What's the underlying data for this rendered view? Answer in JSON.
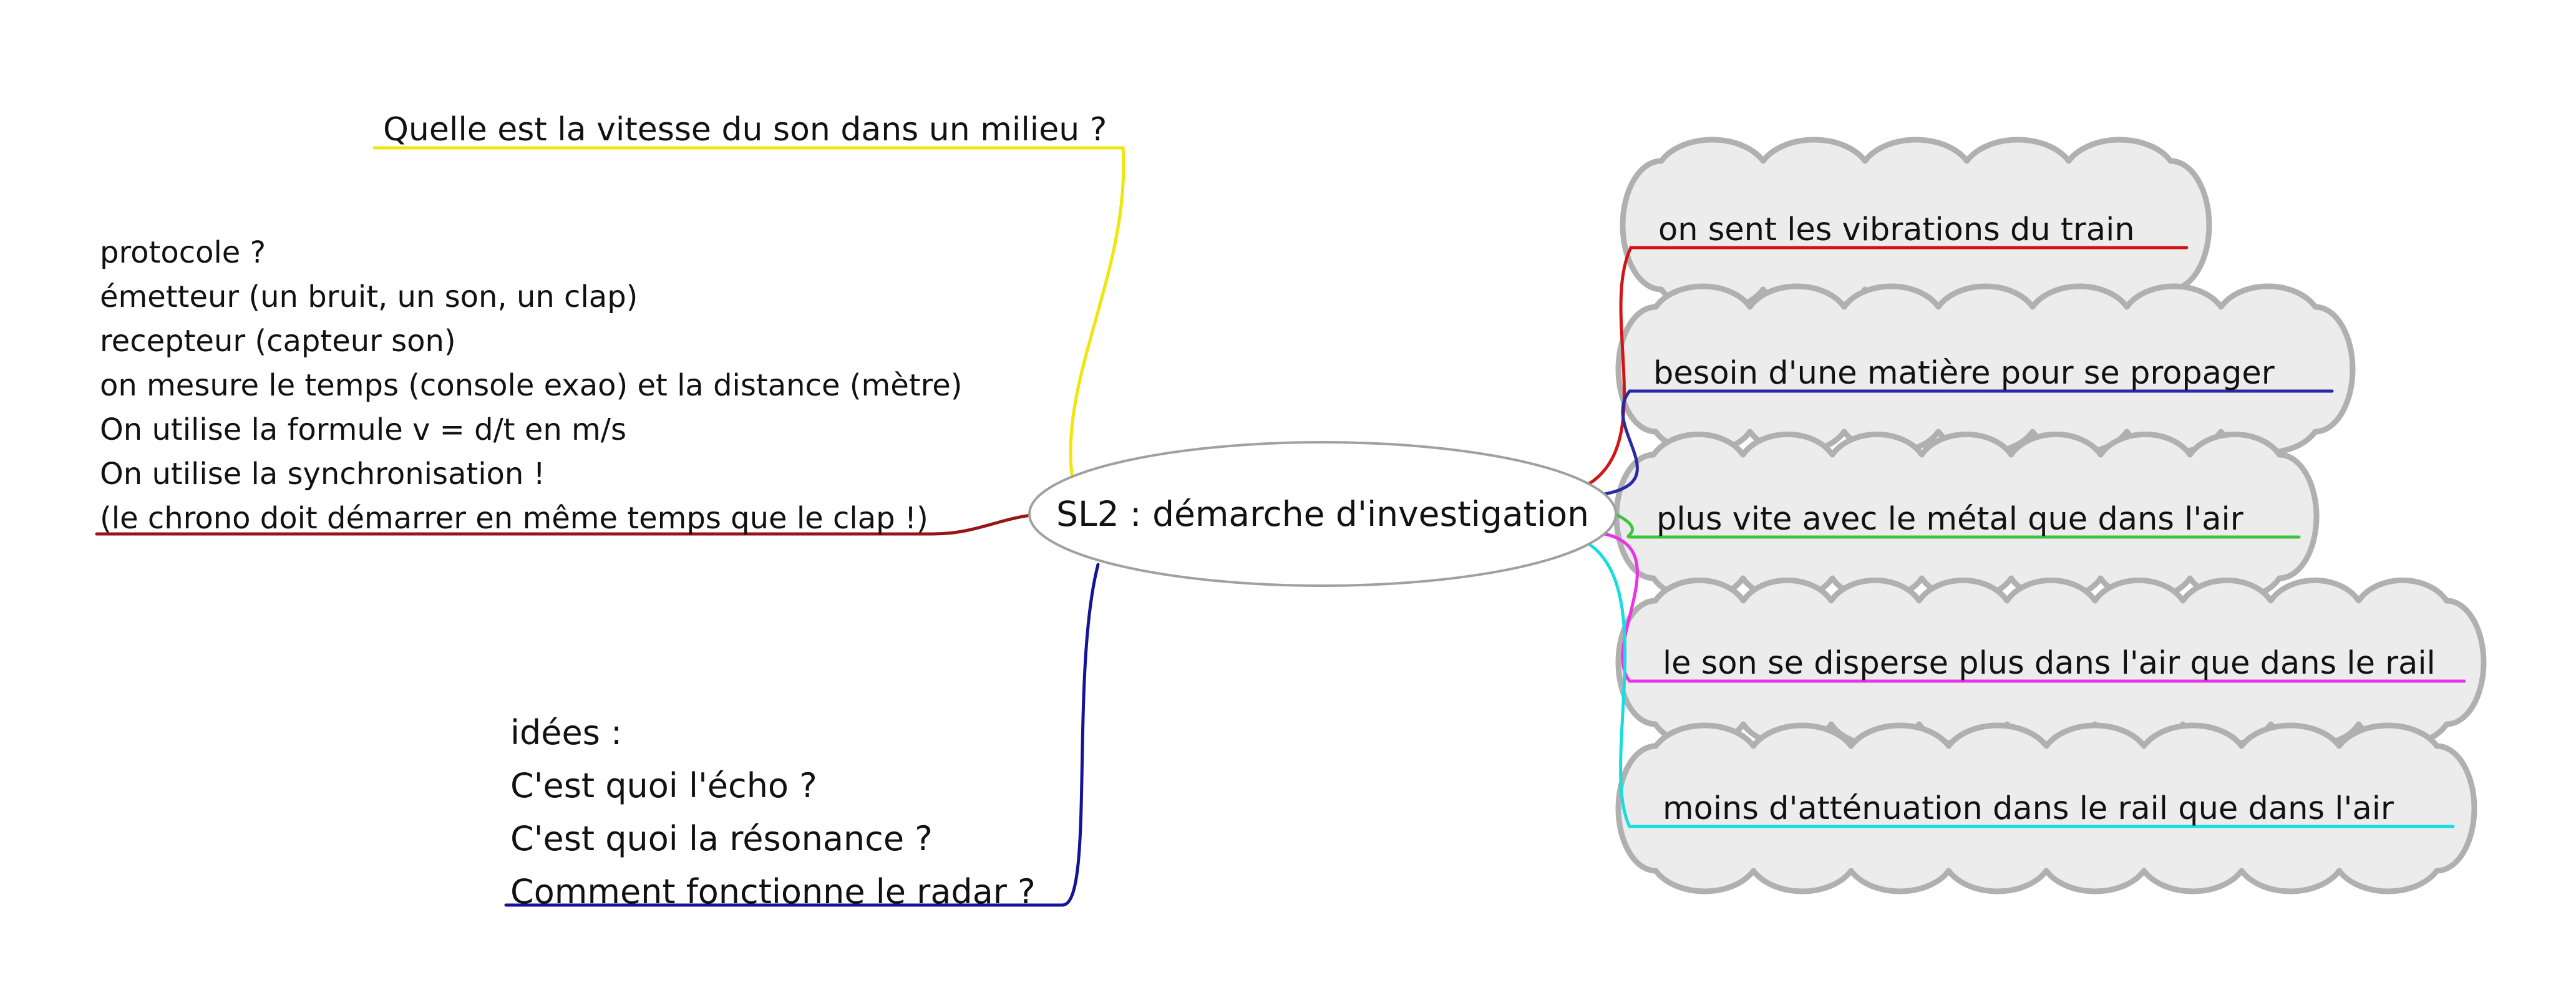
{
  "root": {
    "label": "SL2 : démarche d'investigation"
  },
  "left_branches": [
    {
      "id": "question",
      "label": "Quelle est la vitesse du son dans un milieu ?",
      "color": "#f0e60a"
    },
    {
      "id": "protocole",
      "label": "protocole ?\német­teur (un bruit, un son, un clap)\nrecepteur (capteur son)\non mesure le temps (console exao) et la distance (mètre)\nOn utilise la formule v = d/t en m/s\nOn utilise la synchronisation !\n(le chrono doit démarrer en même temps que le clap !)",
      "color": "#991414"
    },
    {
      "id": "idees",
      "label": "idées :\nC'est quoi l'écho ?\nC'est quoi la résonance ?\nComment fonctionne le radar ?",
      "color": "#141499"
    }
  ],
  "right_branches": [
    {
      "id": "vibrations",
      "label": "on sent les vibrations du train",
      "color": "#d41414"
    },
    {
      "id": "matiere",
      "label": "besoin d'une matière pour se propager",
      "color": "#2929a3"
    },
    {
      "id": "metal",
      "label": "plus vite avec le métal que dans l'air",
      "color": "#3fc43f"
    },
    {
      "id": "disperse",
      "label": "le son se disperse plus dans l'air que dans le rail",
      "color": "#e833e8"
    },
    {
      "id": "attenuation",
      "label": "moins d'atténuation dans le rail que dans l'air",
      "color": "#15dde1"
    }
  ]
}
